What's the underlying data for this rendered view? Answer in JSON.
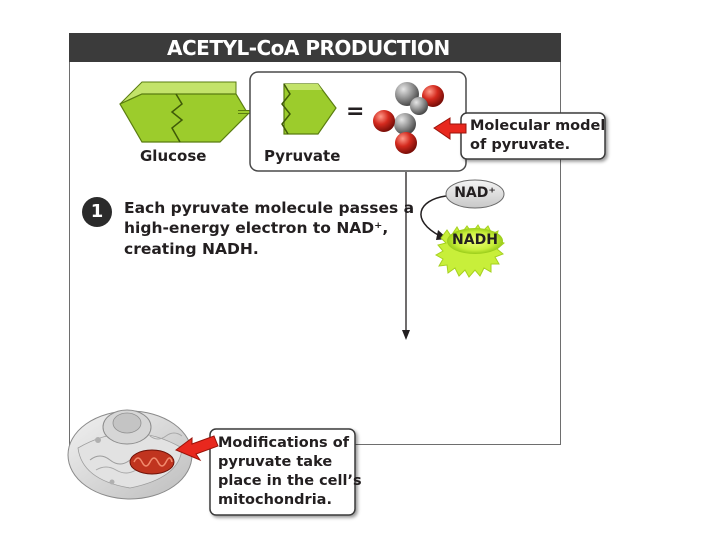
{
  "title": "ACETYL-CoA PRODUCTION",
  "labels": {
    "glucose": "Glucose",
    "pyruvate": "Pyruvate",
    "equals": "="
  },
  "molecule_callout": {
    "line1": "Molecular model",
    "line2": "of pyruvate."
  },
  "step": {
    "number": "1",
    "line1": "Each pyruvate molecule passes a",
    "line2": "high-energy electron to NAD⁺,",
    "line3": "creating NADH."
  },
  "carriers": {
    "nad": "NAD⁺",
    "nadh": "NADH"
  },
  "cell_callout": {
    "line1": "Modifications of",
    "line2": "pyruvate take",
    "line3": "place in the cell’s",
    "line4": "mitochondria."
  },
  "colors": {
    "molecule_green": "#9ccc2c",
    "carbon_gray": "#8a8a8a",
    "oxygen_red": "#d42a1e",
    "arrow_red": "#e8281e",
    "nadh_glow": "#c8ef3a"
  }
}
